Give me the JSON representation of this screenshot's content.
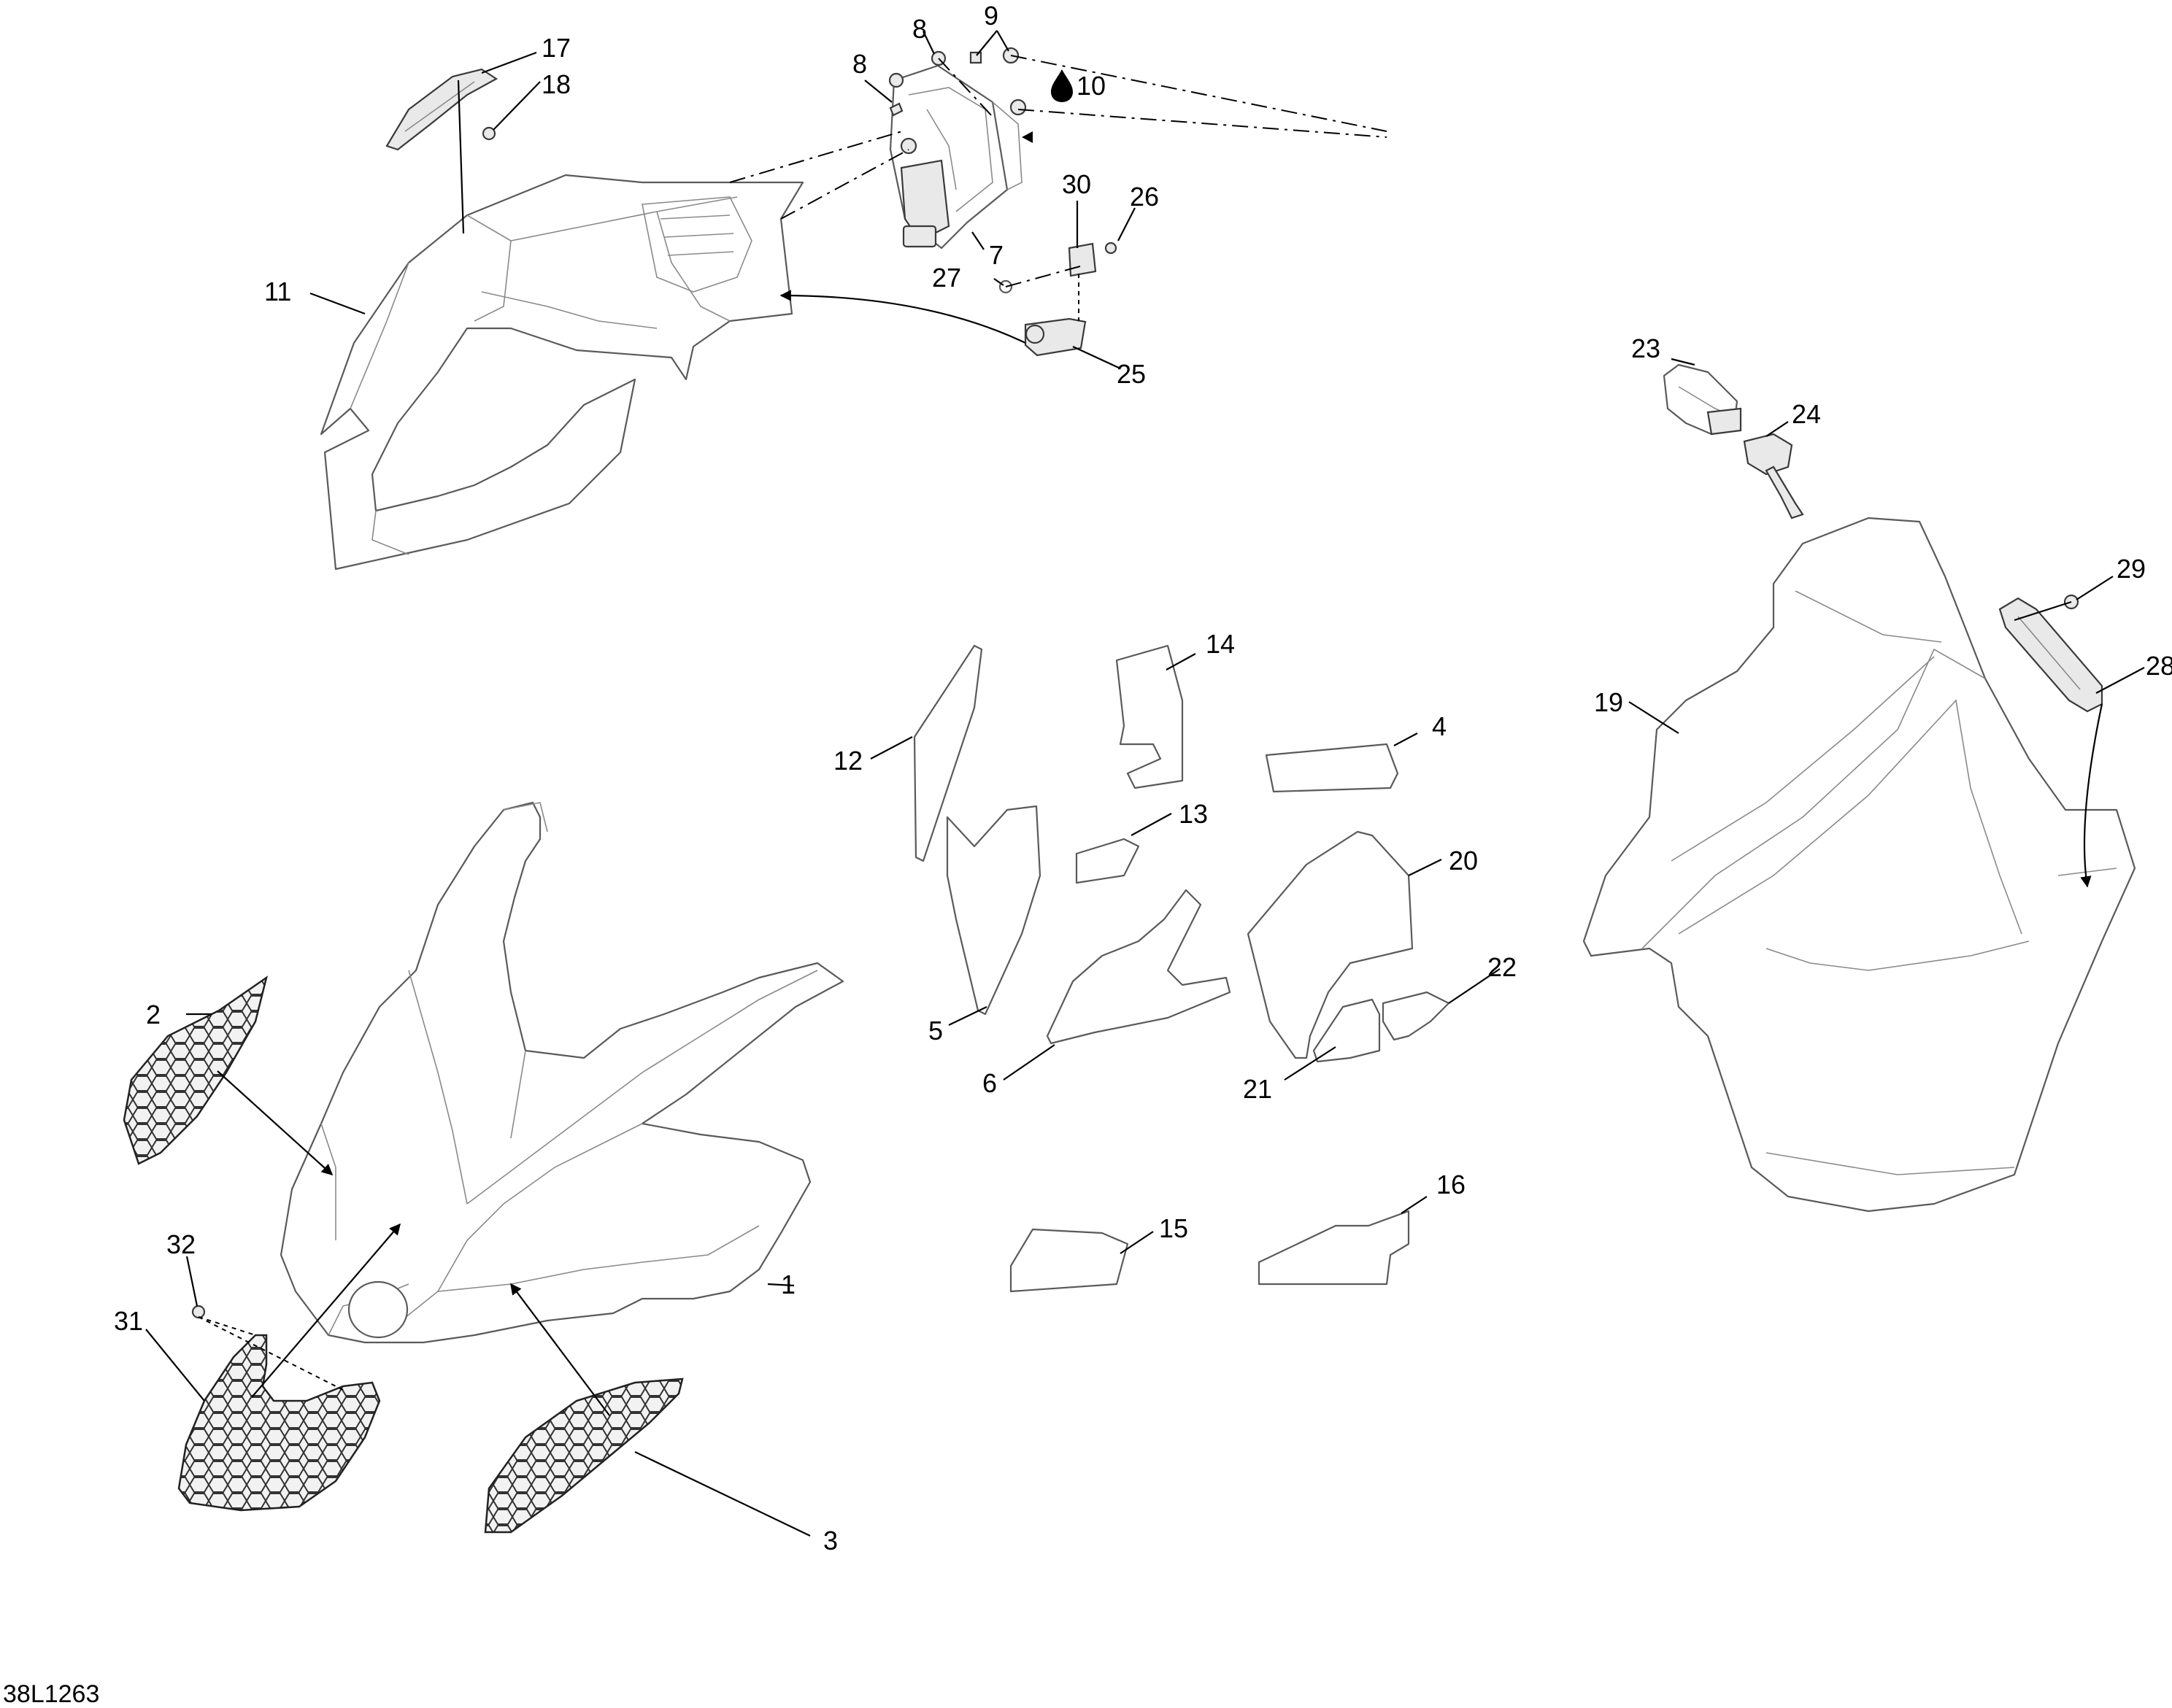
{
  "drawing": {
    "code": "38L1263"
  },
  "callouts": [
    {
      "id": "c1",
      "text": "1"
    },
    {
      "id": "c2",
      "text": "2"
    },
    {
      "id": "c3",
      "text": "3"
    },
    {
      "id": "c4",
      "text": "4"
    },
    {
      "id": "c5",
      "text": "5"
    },
    {
      "id": "c6",
      "text": "6"
    },
    {
      "id": "c7",
      "text": "7"
    },
    {
      "id": "c8a",
      "text": "8"
    },
    {
      "id": "c8b",
      "text": "8"
    },
    {
      "id": "c9",
      "text": "9"
    },
    {
      "id": "c10",
      "text": "10"
    },
    {
      "id": "c11",
      "text": "11"
    },
    {
      "id": "c12",
      "text": "12"
    },
    {
      "id": "c13",
      "text": "13"
    },
    {
      "id": "c14",
      "text": "14"
    },
    {
      "id": "c15",
      "text": "15"
    },
    {
      "id": "c16",
      "text": "16"
    },
    {
      "id": "c17",
      "text": "17"
    },
    {
      "id": "c18",
      "text": "18"
    },
    {
      "id": "c19",
      "text": "19"
    },
    {
      "id": "c20",
      "text": "20"
    },
    {
      "id": "c21",
      "text": "21"
    },
    {
      "id": "c22",
      "text": "22"
    },
    {
      "id": "c23",
      "text": "23"
    },
    {
      "id": "c24",
      "text": "24"
    },
    {
      "id": "c25",
      "text": "25"
    },
    {
      "id": "c26",
      "text": "26"
    },
    {
      "id": "c27",
      "text": "27"
    },
    {
      "id": "c28",
      "text": "28"
    },
    {
      "id": "c29",
      "text": "29"
    },
    {
      "id": "c30",
      "text": "30"
    },
    {
      "id": "c31",
      "text": "31"
    },
    {
      "id": "c32",
      "text": "32"
    }
  ],
  "icons": {
    "c10": "oil-drop-icon"
  }
}
